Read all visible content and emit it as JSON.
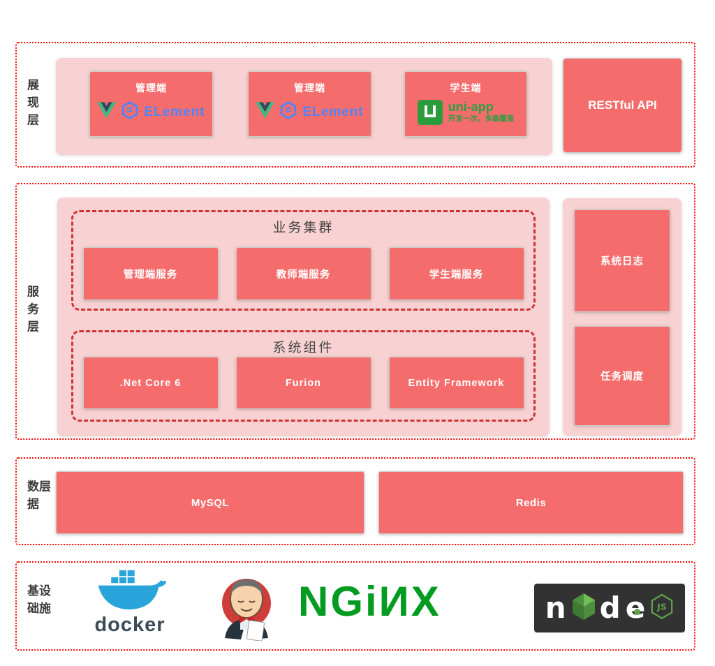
{
  "colors": {
    "accent_red": "#f56c6c",
    "panel_pink": "#f8d2d2",
    "outer_dotted_border": "#f70808",
    "inner_dashed_border": "#cf3333",
    "element_blue": "#4f86f7",
    "vue_green": "#41b883",
    "vue_navy": "#35495e",
    "uniapp_green": "#2f9e44",
    "nginx_green": "#049b21",
    "node_green": "#5fa04e",
    "node_bg": "#323232",
    "docker_blue": "#2aa5dc"
  },
  "layers": {
    "presentation": {
      "label": "展现层",
      "client1_title": "管理端",
      "client2_title": "管理端",
      "client3_title": "学生端",
      "element_wordmark": "ELement",
      "uniapp_name": "uni-app",
      "uniapp_tagline": "开发一次，多端覆盖",
      "api_label": "RESTful API"
    },
    "service": {
      "label": "服务层",
      "group1": {
        "title": "业务集群",
        "items": [
          "管理端服务",
          "教师端服务",
          "学生端服务"
        ]
      },
      "group2": {
        "title": "系统组件",
        "items": [
          ".Net Core 6",
          "Furion",
          "Entity Framework"
        ]
      },
      "side_items": [
        "系统日志",
        "任务调度"
      ]
    },
    "data": {
      "label": "数据层",
      "items": [
        "MySQL",
        "Redis"
      ]
    },
    "infra": {
      "label": "基础设施",
      "docker_text": "docker",
      "nginx_text": "NGiИX",
      "node_part1": "n",
      "node_part2": "d",
      "node_part3": "e",
      "node_badge": "JS"
    }
  }
}
